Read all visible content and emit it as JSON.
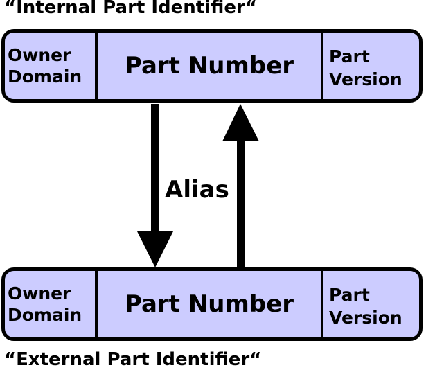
{
  "internal": {
    "caption": "“Internal Part Identifier“",
    "owner_line1": "Owner",
    "owner_line2": "Domain",
    "part_number": "Part Number",
    "version_line1": "Part",
    "version_line2": "Version"
  },
  "external": {
    "caption": "“External Part Identifier“",
    "owner_line1": "Owner",
    "owner_line2": "Domain",
    "part_number": "Part Number",
    "version_line1": "Part",
    "version_line2": "Version"
  },
  "relation": {
    "label": "Alias"
  },
  "colors": {
    "box_fill": "#ccccff",
    "outline": "#000000"
  }
}
